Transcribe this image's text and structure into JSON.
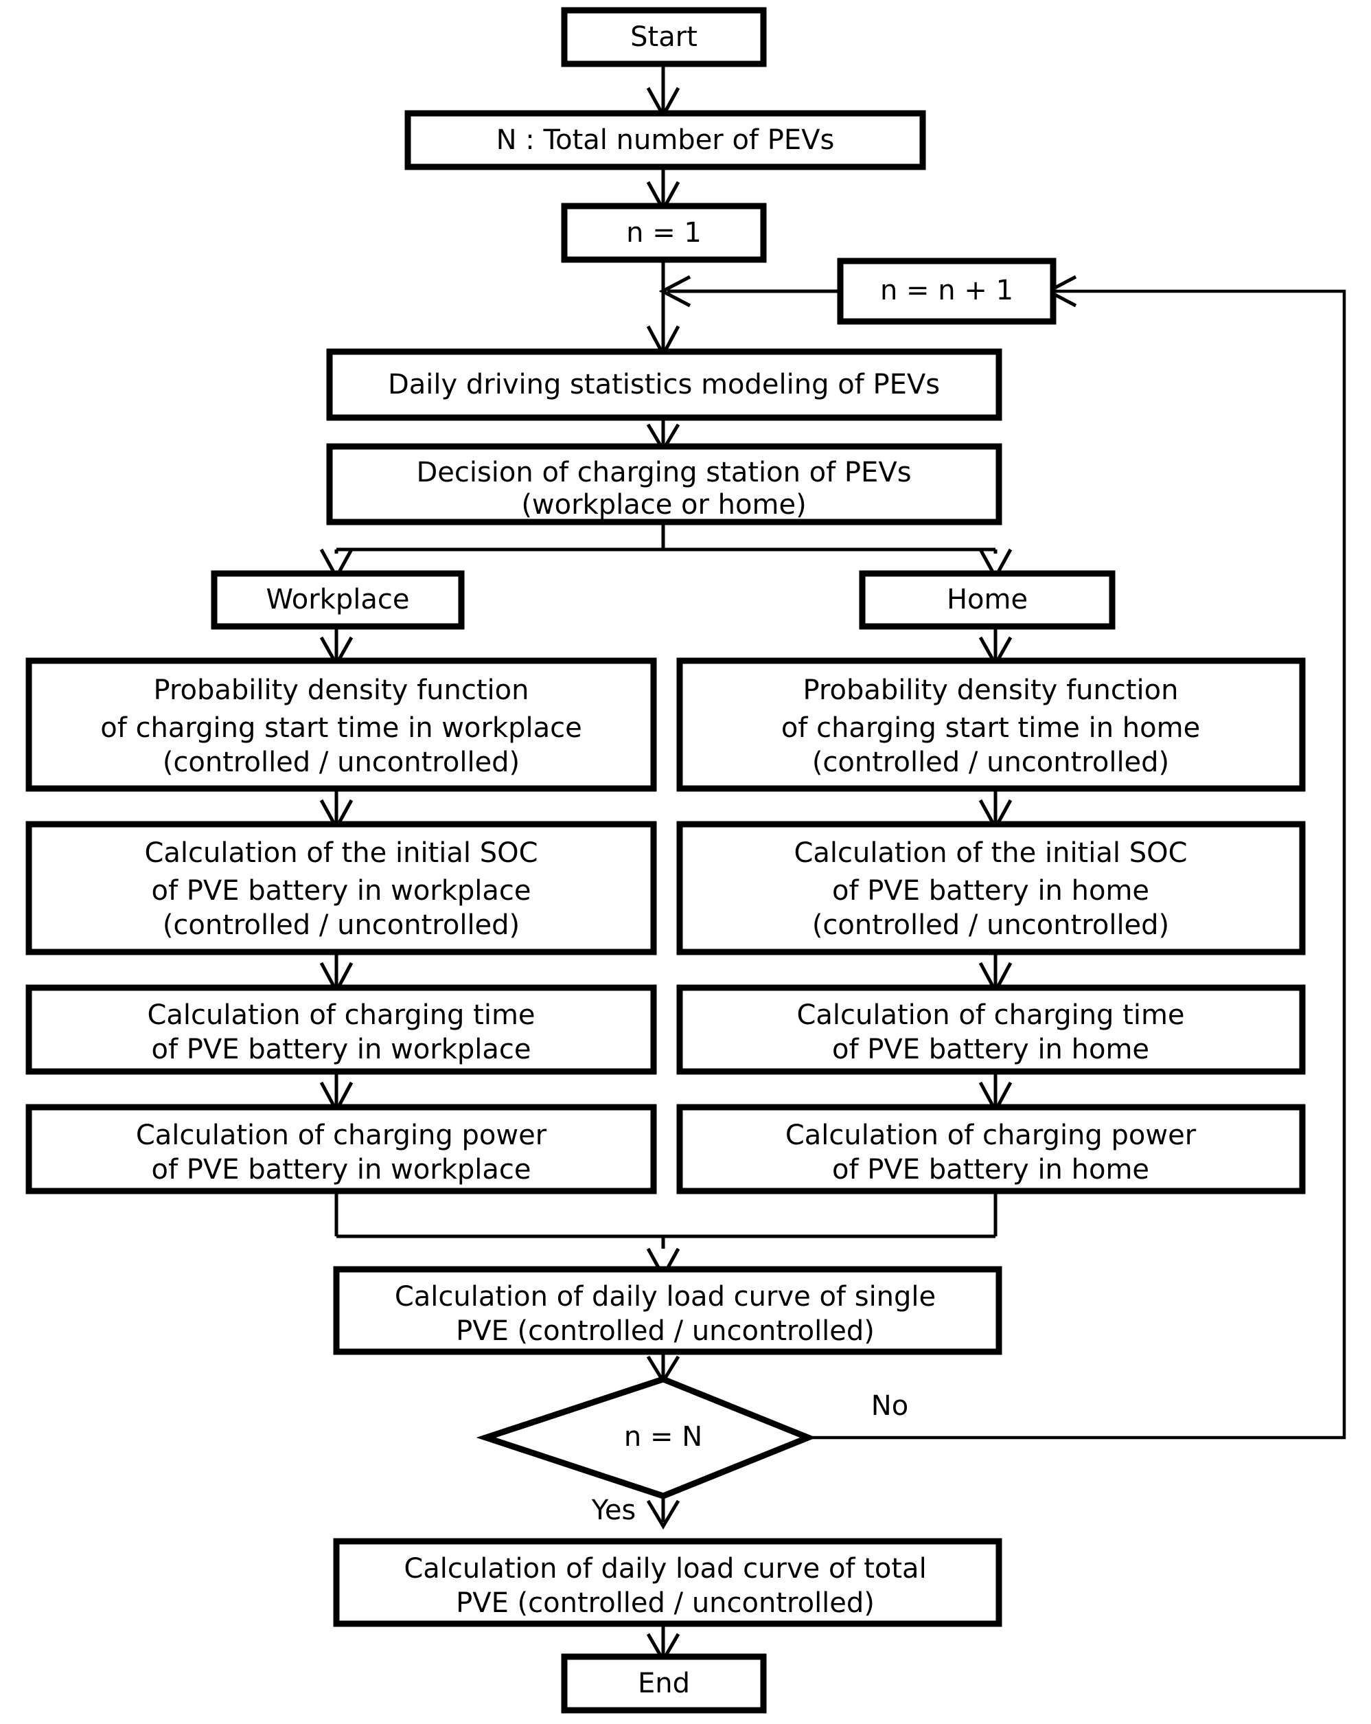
{
  "diagram": {
    "type": "flowchart",
    "title": "Flowchart of daily load curve calculation for PEV charging",
    "orientation": "top-to-bottom",
    "colors": {
      "background": "#ffffff",
      "stroke": "#000000",
      "fill": "#ffffff",
      "text": "#000000"
    }
  },
  "nodes": {
    "start": {
      "shape": "rectangle",
      "label": "Start"
    },
    "total_pevs": {
      "shape": "rectangle",
      "label": "N : Total number of PEVs"
    },
    "n_init": {
      "shape": "rectangle",
      "label": "n = 1"
    },
    "n_increment": {
      "shape": "rectangle",
      "label": "n = n + 1"
    },
    "driving_stats": {
      "shape": "rectangle",
      "label": "Daily driving statistics modeling of PEVs"
    },
    "decision_station": {
      "shape": "rectangle",
      "line1": "Decision of charging station of PEVs",
      "line2": "(workplace or home)"
    },
    "workplace": {
      "shape": "rectangle",
      "label": "Workplace"
    },
    "home": {
      "shape": "rectangle",
      "label": "Home"
    },
    "pdf_workplace": {
      "shape": "rectangle",
      "line1": "Probability density function",
      "line2": "of charging start time in workplace",
      "line3": "(controlled / uncontrolled)"
    },
    "pdf_home": {
      "shape": "rectangle",
      "line1": "Probability density function",
      "line2": "of charging start time in home",
      "line3": "(controlled / uncontrolled)"
    },
    "soc_workplace": {
      "shape": "rectangle",
      "line1": "Calculation of the initial SOC",
      "line2": "of PVE battery in workplace",
      "line3": "(controlled / uncontrolled)"
    },
    "soc_home": {
      "shape": "rectangle",
      "line1": "Calculation of the initial SOC",
      "line2": "of PVE battery in home",
      "line3": "(controlled / uncontrolled)"
    },
    "time_workplace": {
      "shape": "rectangle",
      "line1": "Calculation of charging time",
      "line2": "of PVE battery in workplace"
    },
    "time_home": {
      "shape": "rectangle",
      "line1": "Calculation of charging time",
      "line2": "of PVE battery in home"
    },
    "power_workplace": {
      "shape": "rectangle",
      "line1": "Calculation of charging power",
      "line2": "of PVE battery in workplace"
    },
    "power_home": {
      "shape": "rectangle",
      "line1": "Calculation of charging power",
      "line2": "of PVE battery in home"
    },
    "load_single": {
      "shape": "rectangle",
      "line1": "Calculation of daily load curve of single",
      "line2": "PVE (controlled / uncontrolled)"
    },
    "check_n": {
      "shape": "diamond",
      "label": "n = N"
    },
    "load_total": {
      "shape": "rectangle",
      "line1": "Calculation of daily load curve of total",
      "line2": "PVE (controlled / uncontrolled)"
    },
    "end": {
      "shape": "rectangle",
      "label": "End"
    }
  },
  "edge_labels": {
    "no": "No",
    "yes": "Yes"
  },
  "edges": [
    {
      "from": "start",
      "to": "total_pevs",
      "label": ""
    },
    {
      "from": "total_pevs",
      "to": "n_init",
      "label": ""
    },
    {
      "from": "n_init",
      "to": "driving_stats",
      "label": ""
    },
    {
      "from": "n_increment",
      "to": "driving_stats",
      "label": ""
    },
    {
      "from": "driving_stats",
      "to": "decision_station",
      "label": ""
    },
    {
      "from": "decision_station",
      "to": "workplace",
      "label": ""
    },
    {
      "from": "decision_station",
      "to": "home",
      "label": ""
    },
    {
      "from": "workplace",
      "to": "pdf_workplace",
      "label": ""
    },
    {
      "from": "home",
      "to": "pdf_home",
      "label": ""
    },
    {
      "from": "pdf_workplace",
      "to": "soc_workplace",
      "label": ""
    },
    {
      "from": "pdf_home",
      "to": "soc_home",
      "label": ""
    },
    {
      "from": "soc_workplace",
      "to": "time_workplace",
      "label": ""
    },
    {
      "from": "soc_home",
      "to": "time_home",
      "label": ""
    },
    {
      "from": "time_workplace",
      "to": "power_workplace",
      "label": ""
    },
    {
      "from": "time_home",
      "to": "power_home",
      "label": ""
    },
    {
      "from": "power_workplace",
      "to": "load_single",
      "label": ""
    },
    {
      "from": "power_home",
      "to": "load_single",
      "label": ""
    },
    {
      "from": "load_single",
      "to": "check_n",
      "label": ""
    },
    {
      "from": "check_n",
      "to": "load_total",
      "label": "Yes"
    },
    {
      "from": "check_n",
      "to": "n_increment",
      "label": "No"
    },
    {
      "from": "load_total",
      "to": "end",
      "label": ""
    }
  ]
}
